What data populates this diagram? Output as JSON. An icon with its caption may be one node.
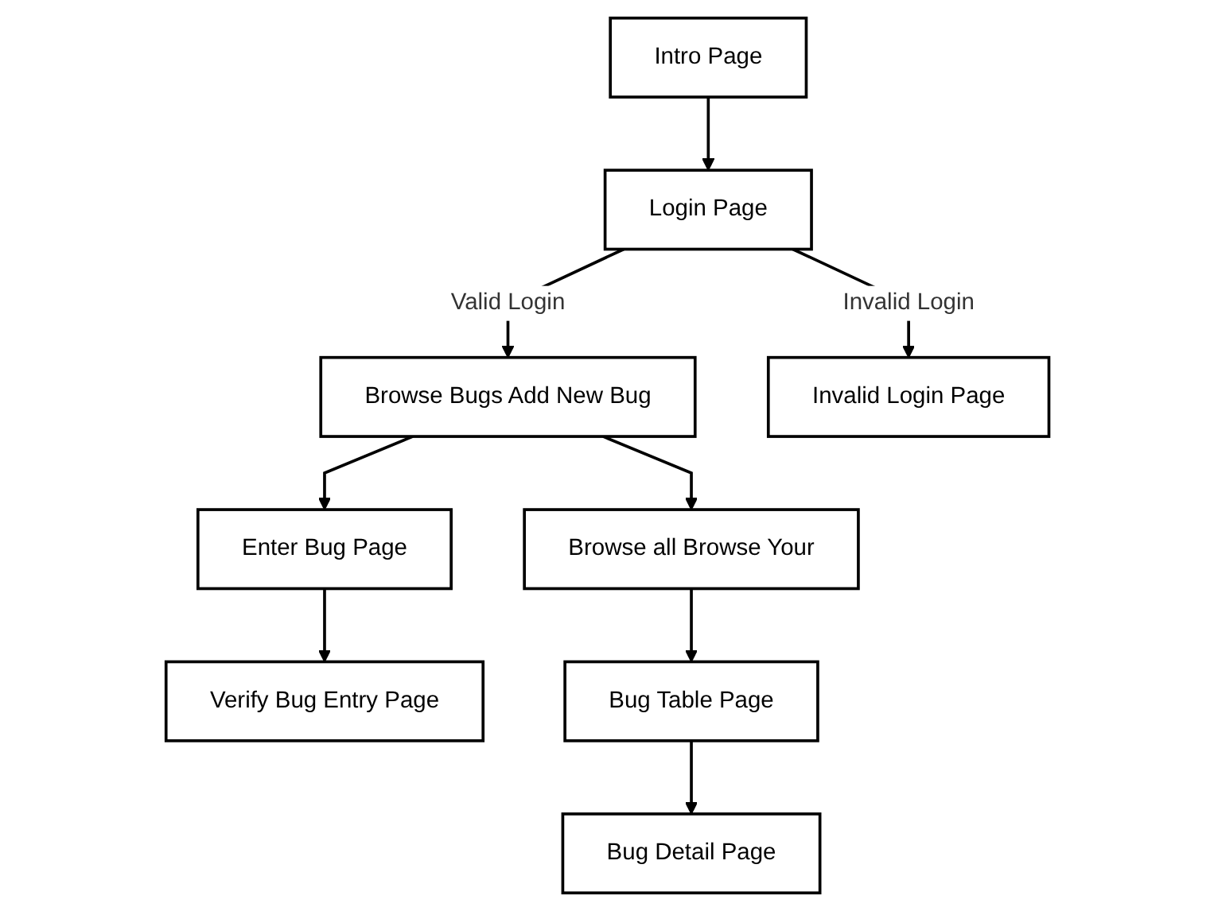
{
  "diagram": {
    "nodes": [
      {
        "text": [
          "Intro Page"
        ]
      },
      {
        "text": [
          "Login Page"
        ]
      },
      {
        "text": [
          "Browse Bugs Add New Bug"
        ]
      },
      {
        "text": [
          "Invalid Login Page"
        ]
      },
      {
        "text": [
          "Browse all Browse Your"
        ]
      },
      {
        "text": [
          "Enter Bug Page"
        ]
      },
      {
        "text": [
          "Verify Bug Entry Page"
        ]
      },
      {
        "text": [
          "Bug Table Page"
        ]
      },
      {
        "text": [
          "Bug Detail Page"
        ]
      }
    ],
    "edges": [
      {
        "from": 0,
        "to": 1,
        "arrow": "to"
      },
      {
        "from": 1,
        "to": 2,
        "arrow": "to",
        "label": "Valid Login"
      },
      {
        "from": 1,
        "to": 3,
        "arrow": "to",
        "label": "Invalid Login"
      },
      {
        "from": 2,
        "to": 4,
        "arrow": "to"
      },
      {
        "from": 2,
        "to": 5,
        "arrow": "to"
      },
      {
        "from": 5,
        "to": 6,
        "arrow": "to"
      },
      {
        "from": 4,
        "to": 7,
        "arrow": "to"
      },
      {
        "from": 7,
        "to": 8,
        "arrow": "to"
      }
    ]
  }
}
